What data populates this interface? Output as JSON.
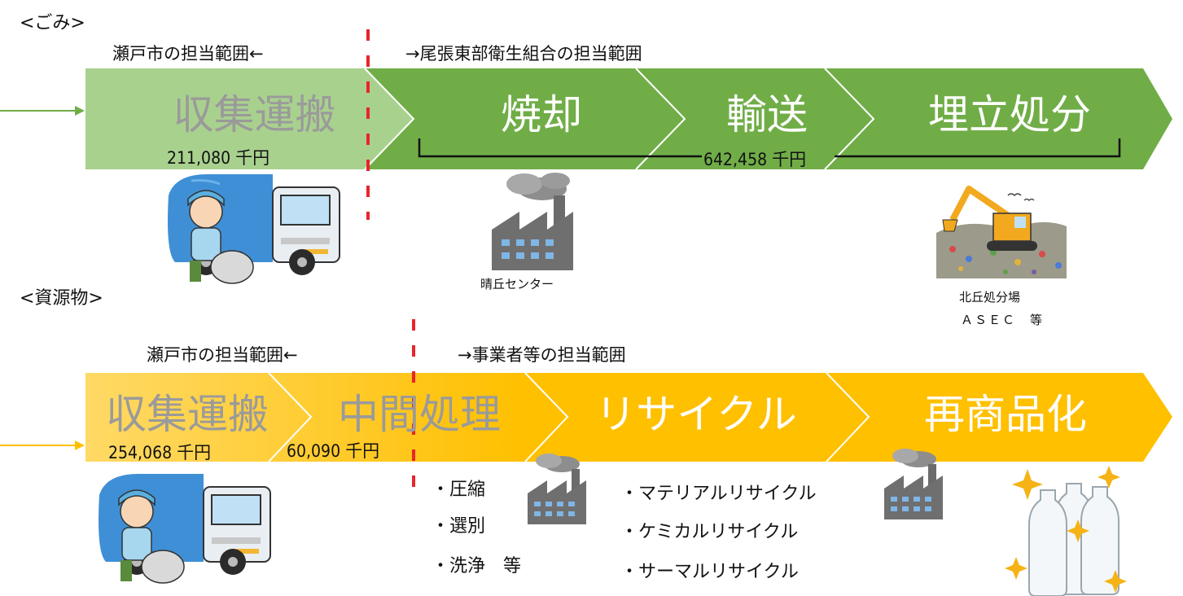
{
  "garbage": {
    "heading": "<ごみ>",
    "city_scope": "瀬戸市の担当範囲←",
    "union_scope": "→尾張東部衛生組合の担当範囲",
    "steps": [
      "収集運搬",
      "焼却",
      "輸送",
      "埋立処分"
    ],
    "collection_cost": "211,080 千円",
    "union_cost": "642,458 千円",
    "incinerator_label": "晴丘センター",
    "landfill_label_1": "北丘処分場",
    "landfill_label_2": "ＡＳＥＣ　等"
  },
  "resources": {
    "heading": "<資源物>",
    "city_scope": "瀬戸市の担当範囲←",
    "operator_scope": "→事業者等の担当範囲",
    "steps": [
      "収集運搬",
      "中間処理",
      "リサイクル",
      "再商品化"
    ],
    "collection_cost": "254,068 千円",
    "processing_cost": "60,090 千円",
    "processing_items": [
      "・圧縮",
      "・選別",
      "・洗浄　等"
    ],
    "recycling_items": [
      "・マテリアルリサイクル",
      "・ケミカルリサイクル",
      "・サーマルリサイクル"
    ]
  },
  "colors": {
    "green_light": "#a9d18e",
    "green_dark": "#70ad47",
    "yellow_light": "#ffd966",
    "yellow_dark": "#ffc000",
    "divider_red": "#e8252a"
  },
  "icons": [
    "garbage-truck-icon",
    "factory-icon",
    "excavator-landfill-icon",
    "plastic-bottles-icon"
  ]
}
